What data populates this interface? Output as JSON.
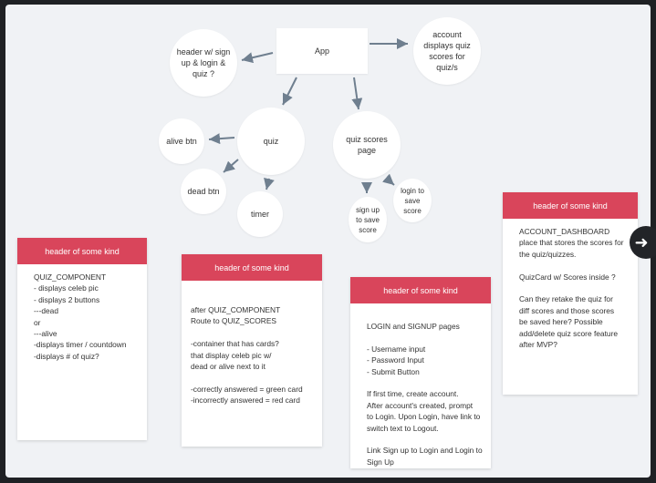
{
  "nodes": {
    "app": "App",
    "header": "header w/ sign\nup & login &\nquiz ?",
    "account": "account\ndisplays quiz\nscores for\nquiz/s",
    "quiz": "quiz",
    "quiz_scores_page": "quiz scores\npage",
    "alive_btn": "alive btn",
    "dead_btn": "dead btn",
    "timer": "timer",
    "signup_save": "sign up\nto save\nscore",
    "login_save": "login to\nsave\nscore"
  },
  "cards": [
    {
      "header": "header of some kind",
      "body": "QUIZ_COMPONENT\n- displays celeb pic\n- displays 2 buttons\n---dead\nor\n---alive\n-displays timer / countdown\n-displays # of quiz?"
    },
    {
      "header": "header of some kind",
      "body": "after QUIZ_COMPONENT\nRoute to QUIZ_SCORES\n\n-container that has cards?\nthat display celeb pic w/\ndead or alive next to it\n\n-correctly answered = green card\n-incorrectly answered = red card"
    },
    {
      "header": "header of some kind",
      "body": "LOGIN and SIGNUP pages\n\n- Username input\n- Password Input\n- Submit Button\n\nIf first time, create account.\nAfter account's created, prompt\nto Login. Upon Login, have link to\n switch text to Logout.\n\nLink Sign up to Login and Login to\nSign Up"
    },
    {
      "header": "header of some kind",
      "body": "ACCOUNT_DASHBOARD\nplace that stores  the scores for\nthe quiz/quizzes.\n\nQuizCard w/ Scores inside ?\n\nCan they retake the quiz for\ndiff scores and those scores\nbe saved here? Possible\nadd/delete quiz score feature\nafter MVP?"
    }
  ],
  "colors": {
    "card_header": "#d9455b",
    "edge": "#6f7f8f",
    "canvas": "#f0f2f5"
  },
  "nav": {
    "next_icon": "arrow-right-icon",
    "next_glyph": "➜"
  }
}
